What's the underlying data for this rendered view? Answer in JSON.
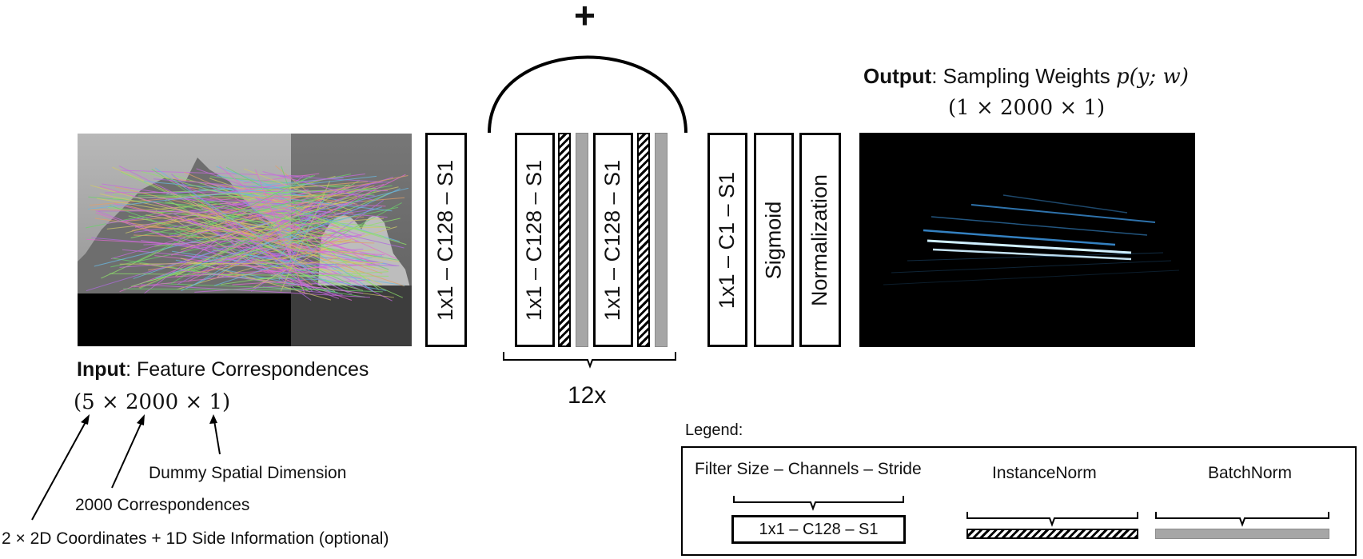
{
  "plus_symbol": "+",
  "output": {
    "title_bold": "Output",
    "title_rest": ": Sampling Weights ",
    "title_math": "p(y; w)",
    "shape": "(1 × 2000 × 1)"
  },
  "input": {
    "title_bold": "Input",
    "title_rest": ": Feature Correspondences",
    "shape": "(5 × 2000 × 1)",
    "annotations": {
      "dummy": "Dummy Spatial Dimension",
      "correspondences": "2000 Correspondences",
      "coordinates": "2 × 2D Coordinates + 1D Side Information (optional)"
    }
  },
  "blocks": {
    "first_conv": "1x1 – C128 – S1",
    "res_conv_1": "1x1 – C128 – S1",
    "res_conv_2": "1x1 – C128 – S1",
    "final_conv": "1x1 – C1 – S1",
    "sigmoid": "Sigmoid",
    "normalization": "Normalization"
  },
  "repeat_label": "12x",
  "legend": {
    "title": "Legend:",
    "conv_heading": "Filter Size – Channels – Stride",
    "conv_example": "1x1 – C128 – S1",
    "instancenorm_heading": "InstanceNorm",
    "batchnorm_heading": "BatchNorm"
  },
  "colors": {
    "batchnorm": "#a6a6a6",
    "output_background": "#000000",
    "output_lines": "#3a8fd6"
  }
}
